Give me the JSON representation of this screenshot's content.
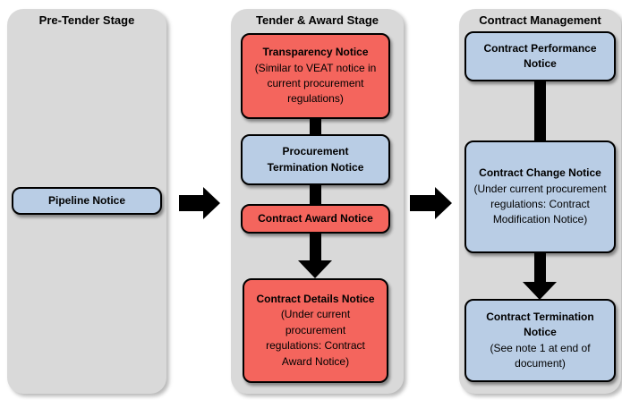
{
  "diagram": {
    "title": "Procurement notices flow",
    "colors": {
      "red_notice_fill": "#f4655d",
      "blue_notice_fill": "#b9cde5",
      "stage_column_bg": "#d9d9d9",
      "arrow_color": "#000000",
      "box_border": "#000000"
    },
    "columns": [
      {
        "title": "Pre-Tender Stage",
        "boxes": [
          {
            "title": "Pipeline Notice",
            "subtitle": "",
            "color": "blue"
          }
        ]
      },
      {
        "title": "Tender & Award Stage",
        "boxes": [
          {
            "title": "Transparency Notice",
            "subtitle": "(Similar to VEAT notice in current procurement regulations)",
            "color": "red"
          },
          {
            "title": "Procurement Termination Notice",
            "subtitle": "",
            "color": "blue"
          },
          {
            "title": "Contract Award Notice",
            "subtitle": "",
            "color": "red"
          },
          {
            "title": "Contract Details Notice",
            "subtitle": "(Under current procurement regulations: Contract Award Notice)",
            "color": "red"
          }
        ]
      },
      {
        "title": "Contract Management",
        "boxes": [
          {
            "title": "Contract Performance Notice",
            "subtitle": "",
            "color": "blue"
          },
          {
            "title": "Contract Change Notice",
            "subtitle": "(Under current procurement regulations: Contract Modification Notice)",
            "color": "blue"
          },
          {
            "title": "Contract Termination Notice",
            "subtitle": "(See note 1 at end of document)",
            "color": "blue"
          }
        ]
      }
    ]
  }
}
